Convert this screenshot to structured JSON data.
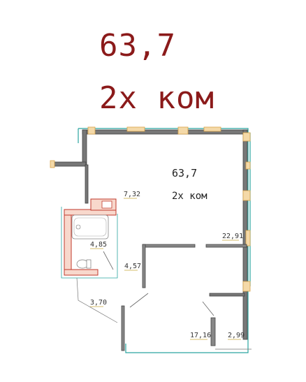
{
  "header": {
    "area": "63,7",
    "type": "2х ком"
  },
  "plan": {
    "area": "63,7",
    "type": "2х ком"
  },
  "rooms": [
    {
      "id": "hall",
      "area": "7,32"
    },
    {
      "id": "bathroom",
      "area": "4,85"
    },
    {
      "id": "corridor",
      "area": "4,57"
    },
    {
      "id": "living",
      "area": "22,91"
    },
    {
      "id": "balcony-left",
      "area": "3,70"
    },
    {
      "id": "bedroom",
      "area": "17,16"
    },
    {
      "id": "balcony-right",
      "area": "2,99"
    }
  ],
  "colors": {
    "title": "#8b1a1a",
    "wall": "#555555",
    "wall_dark": "#333333",
    "outline": "#2aa5a0",
    "window": "#d9a34a",
    "bathroom": "#c0392b"
  }
}
